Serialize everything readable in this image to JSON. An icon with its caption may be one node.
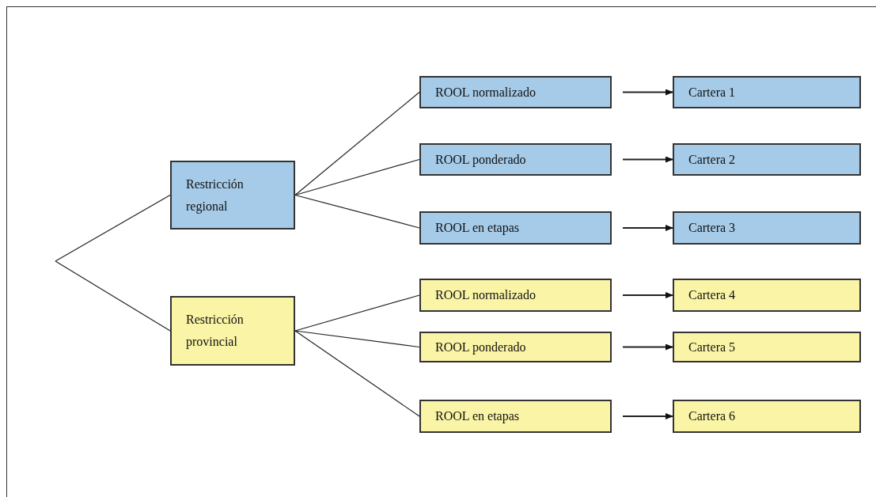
{
  "diagram": {
    "nodes": [
      {
        "text": [
          "Restricción regional"
        ]
      },
      {
        "text": [
          "ROOL normalizado"
        ]
      },
      {
        "text": [
          "Cartera 1"
        ]
      },
      {
        "text": [
          "ROOL ponderado"
        ]
      },
      {
        "text": [
          "Cartera 2"
        ]
      },
      {
        "text": [
          "ROOL en etapas"
        ]
      },
      {
        "text": [
          "Cartera 3"
        ]
      },
      {
        "text": [
          "Restricción provincial"
        ]
      },
      {
        "text": [
          "ROOL normalizado"
        ]
      },
      {
        "text": [
          "Cartera 4"
        ]
      },
      {
        "text": [
          "ROOL ponderado"
        ]
      },
      {
        "text": [
          "Cartera 5"
        ]
      },
      {
        "text": [
          "ROOL en etapas"
        ]
      },
      {
        "text": [
          "Cartera 6"
        ]
      }
    ],
    "edges": [
      {
        "from": null,
        "to": 0,
        "arrow": "none"
      },
      {
        "from": null,
        "to": 7,
        "arrow": "none"
      },
      {
        "from": 0,
        "to": 1,
        "arrow": "none"
      },
      {
        "from": 0,
        "to": 3,
        "arrow": "none"
      },
      {
        "from": 0,
        "to": 5,
        "arrow": "none"
      },
      {
        "from": 1,
        "to": 2,
        "arrow": "to"
      },
      {
        "from": 3,
        "to": 4,
        "arrow": "to"
      },
      {
        "from": 5,
        "to": 6,
        "arrow": "to"
      },
      {
        "from": 7,
        "to": 8,
        "arrow": "none"
      },
      {
        "from": 7,
        "to": 10,
        "arrow": "none"
      },
      {
        "from": 7,
        "to": 12,
        "arrow": "none"
      },
      {
        "from": 8,
        "to": 9,
        "arrow": "to"
      },
      {
        "from": 10,
        "to": 11,
        "arrow": "to"
      },
      {
        "from": 12,
        "to": 13,
        "arrow": "to"
      }
    ]
  }
}
